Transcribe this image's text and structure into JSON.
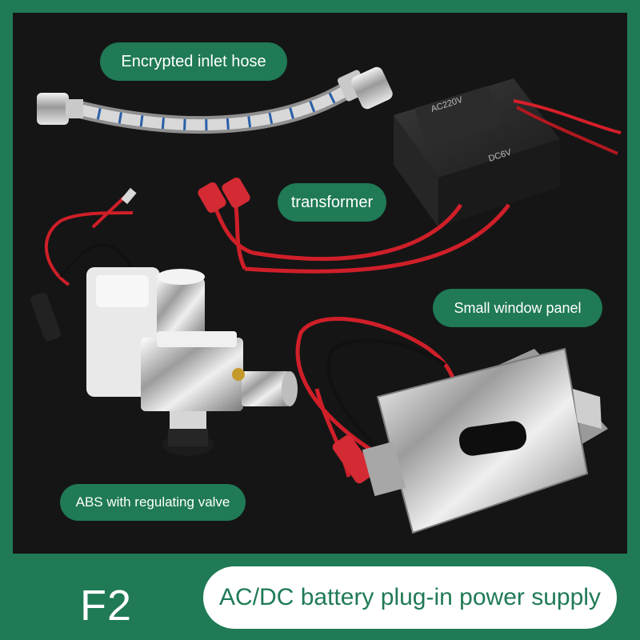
{
  "colors": {
    "brand_green": "#1f7a55",
    "photo_bg": "#151515",
    "white": "#ffffff"
  },
  "labels": {
    "hose": "Encrypted inlet hose",
    "transformer": "transformer",
    "panel": "Small window panel",
    "valve": "ABS with regulating valve"
  },
  "device_markings": {
    "ac": "AC220V",
    "dc": "DC6V"
  },
  "footer": {
    "model": "F2",
    "banner": "AC/DC battery plug-in power supply"
  }
}
